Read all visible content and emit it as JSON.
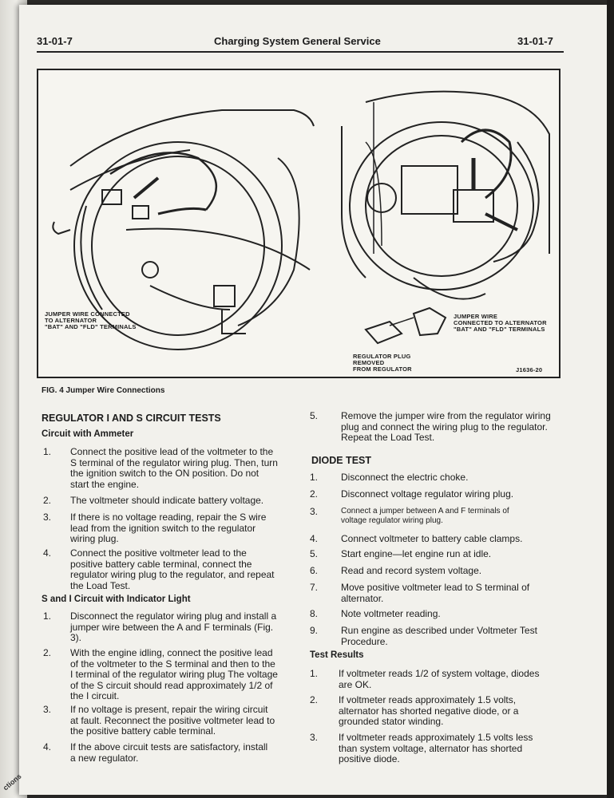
{
  "header": {
    "left_page_no": "31-01-7",
    "title": "Charging System General Service",
    "right_page_no": "31-01-7"
  },
  "figure": {
    "callout_left": [
      "JUMPER WIRE CONNECTED",
      "TO ALTERNATOR",
      "\"BAT\" AND \"FLD\" TERMINALS"
    ],
    "callout_right": [
      "JUMPER WIRE",
      "CONNECTED TO ALTERNATOR",
      "\"BAT\" AND \"FLD\" TERMINALS"
    ],
    "callout_plug": [
      "REGULATOR PLUG",
      "REMOVED",
      "FROM REGULATOR"
    ],
    "code": "J1636-20",
    "caption": "FIG. 4   Jumper Wire Connections"
  },
  "left_col": {
    "section_title": "REGULATOR I AND S CIRCUIT TESTS",
    "sub1": "Circuit with Ammeter",
    "sub1_items": [
      {
        "n": "1.",
        "lines": [
          "Connect the positive lead of the voltmeter to the",
          "S terminal of the regulator wiring plug. Then, turn",
          "the ignition switch to the ON position. Do not",
          "start the engine."
        ]
      },
      {
        "n": "2.",
        "lines": [
          "The voltmeter should indicate battery voltage."
        ]
      },
      {
        "n": "3.",
        "lines": [
          "If there is no voltage reading, repair the S wire",
          "lead from the ignition switch to the regulator",
          "wiring plug."
        ]
      },
      {
        "n": "4.",
        "lines": [
          "Connect the positive voltmeter lead to the",
          "positive battery cable terminal, connect the",
          "regulator wiring plug to the regulator, and repeat",
          "the Load Test."
        ]
      }
    ],
    "sub2": "S and I Circuit with Indicator Light",
    "sub2_items": [
      {
        "n": "1.",
        "lines": [
          "Disconnect the regulator wiring plug and install a",
          "jumper wire between the A and F terminals (Fig.",
          "3)."
        ]
      },
      {
        "n": "2.",
        "lines": [
          "With the engine idling, connect the positive lead",
          "of the voltmeter to the S terminal and then to the",
          "I terminal of the regulator wiring plug The voltage",
          "of the S circuit should read approximately 1/2 of",
          "the I circuit."
        ]
      },
      {
        "n": "3.",
        "lines": [
          "If no voltage is present, repair the wiring circuit",
          "at fault. Reconnect the positive voltmeter lead to",
          "the positive battery cable terminal."
        ]
      },
      {
        "n": "4.",
        "lines": [
          "If the above circuit tests are satisfactory, install",
          "a new regulator."
        ]
      }
    ]
  },
  "right_col": {
    "item5": {
      "n": "5.",
      "lines": [
        "Remove the jumper wire from the regulator wiring",
        "plug and connect the wiring plug to the regulator.",
        "Repeat the Load Test."
      ]
    },
    "diode_title": "DIODE TEST",
    "diode_items": [
      {
        "n": "1.",
        "lines": [
          "Disconnect the electric choke."
        ]
      },
      {
        "n": "2.",
        "lines": [
          "Disconnect voltage regulator wiring plug."
        ]
      },
      {
        "n": "3.",
        "lines": [
          "Connect a jumper between A and F terminals of",
          "voltage regulator wiring plug."
        ]
      },
      {
        "n": "4.",
        "lines": [
          "Connect voltmeter to battery cable clamps."
        ]
      },
      {
        "n": "5.",
        "lines": [
          "Start engine—let engine run at idle."
        ]
      },
      {
        "n": "6.",
        "lines": [
          "Read and record system voltage."
        ]
      },
      {
        "n": "7.",
        "lines": [
          "Move positive voltmeter lead to S terminal of",
          "alternator."
        ]
      },
      {
        "n": "8.",
        "lines": [
          "Note voltmeter reading."
        ]
      },
      {
        "n": "9.",
        "lines": [
          "Run engine as described under Voltmeter Test",
          "Procedure."
        ]
      }
    ],
    "results_title": "Test Results",
    "results_items": [
      {
        "n": "1.",
        "lines": [
          "If voltmeter reads 1/2 of system voltage, diodes",
          "are OK."
        ]
      },
      {
        "n": "2.",
        "lines": [
          "If voltmeter reads approximately 1.5 volts,",
          "alternator has shorted negative diode, or a",
          "grounded stator winding."
        ]
      },
      {
        "n": "3.",
        "lines": [
          "If voltmeter reads approximately 1.5 volts less",
          "than system voltage, alternator has shorted",
          "positive diode."
        ]
      }
    ]
  },
  "margin_fragment": "ctions"
}
